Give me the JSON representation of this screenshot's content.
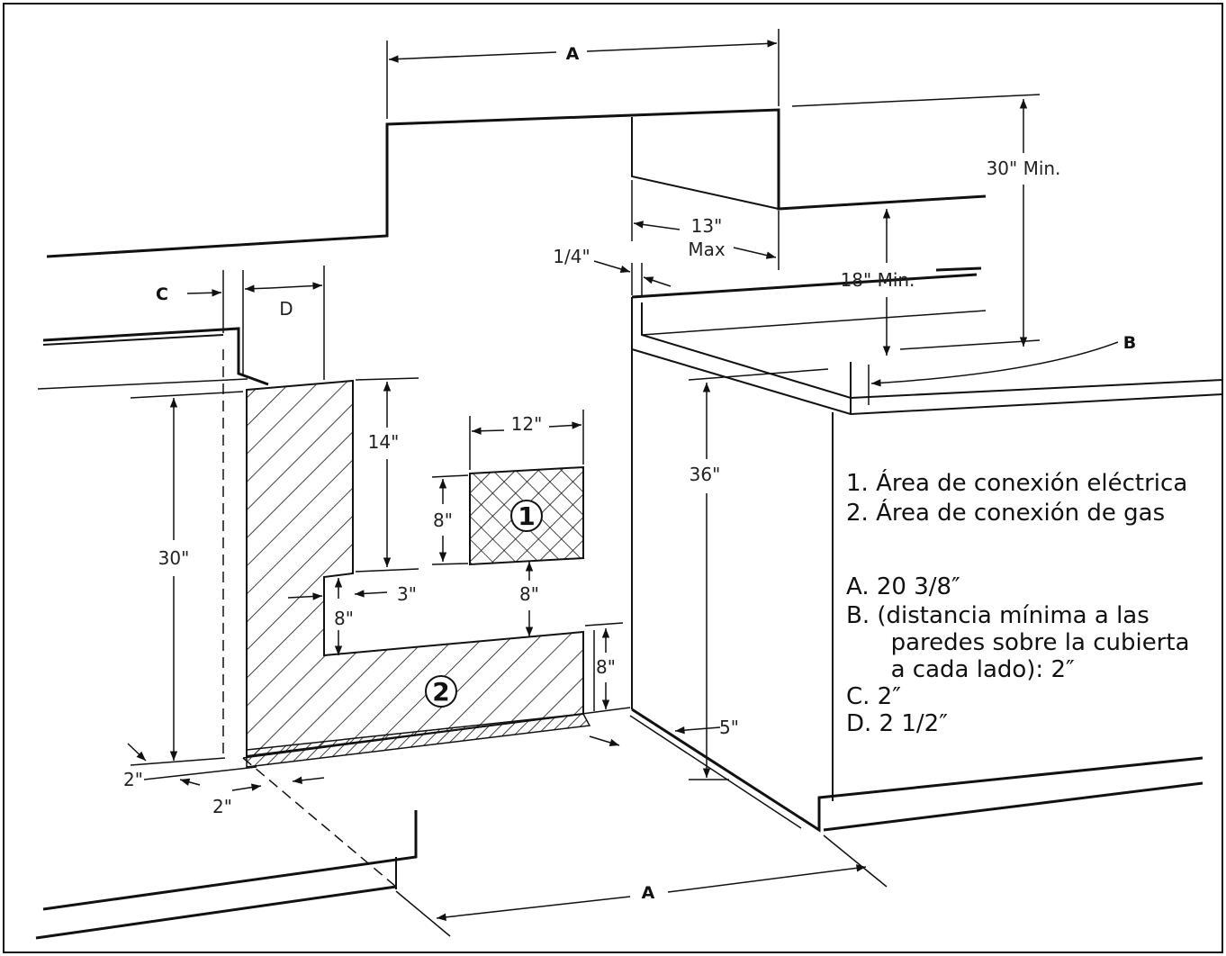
{
  "labels": {
    "A_top": "A",
    "A_bottom": "A",
    "B": "B",
    "C": "C",
    "D": "D"
  },
  "dimensions": {
    "min30_top": "30\" Min.",
    "max13_line1": "13\"",
    "max13_line2": "Max",
    "quarter": "1/4\"",
    "min18": "18\" Min.",
    "h36": "36\"",
    "h14": "14\"",
    "w12": "12\"",
    "h8_elec": "8\"",
    "h30_left": "30\"",
    "w3": "3\"",
    "h8_notch": "8\"",
    "h8_between": "8\"",
    "h8_gas": "8\"",
    "d5": "5\"",
    "d2_left": "2\"",
    "d2_bottom": "2\""
  },
  "areas": {
    "electric_num": "1",
    "gas_num": "2"
  },
  "legend": {
    "items": [
      "1.  Área de conexión eléctrica",
      "2.  Área de conexión de gas"
    ],
    "letters": [
      "A.  20 3/8″",
      "B.  (distancia mínima a las",
      "      paredes sobre la cubierta",
      "      a cada lado): 2″",
      "C.  2″",
      "D.  2 1/2″"
    ]
  }
}
